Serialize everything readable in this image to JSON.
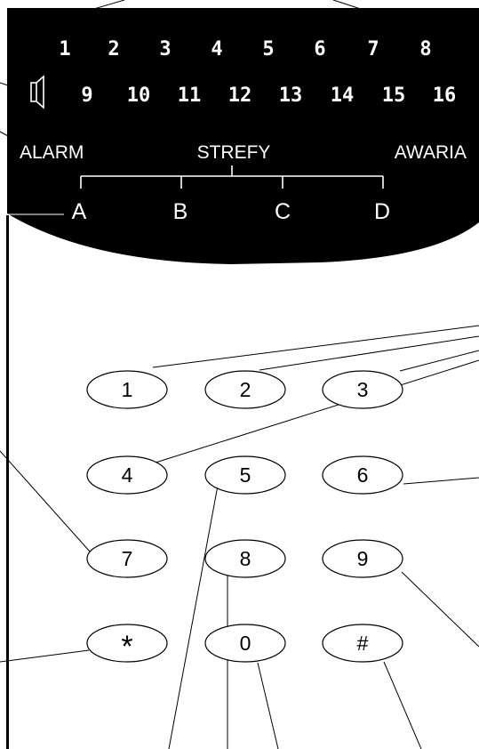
{
  "display": {
    "zones_top": [
      "1",
      "2",
      "3",
      "4",
      "5",
      "6",
      "7",
      "8"
    ],
    "zones_bottom": [
      "9",
      "10",
      "11",
      "12",
      "13",
      "14",
      "15",
      "16"
    ],
    "alarm_label": "ALARM",
    "zones_label": "STREFY",
    "fault_label": "AWARIA",
    "partitions": [
      "A",
      "B",
      "C",
      "D"
    ]
  },
  "keypad": {
    "keys": [
      "1",
      "2",
      "3",
      "4",
      "5",
      "6",
      "7",
      "8",
      "9",
      "*",
      "0",
      "#"
    ]
  },
  "colors": {
    "panel": "#000000",
    "text_on_panel": "#ffffff",
    "keys": "#000000",
    "background": "#ffffff"
  }
}
